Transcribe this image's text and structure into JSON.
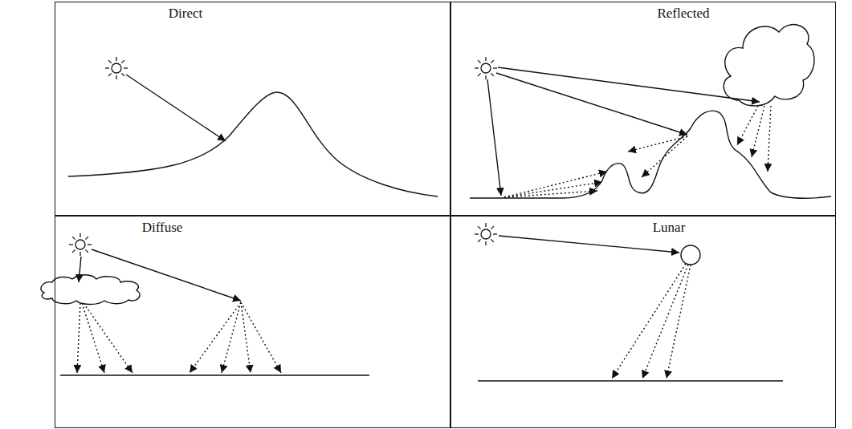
{
  "diagram": {
    "nodes": [
      {
        "text": [
          "Direct"
        ]
      },
      {
        "text": [
          "Reflected"
        ]
      },
      {
        "text": [
          "Diffuse"
        ]
      },
      {
        "text": [
          "Lunar"
        ]
      }
    ]
  }
}
